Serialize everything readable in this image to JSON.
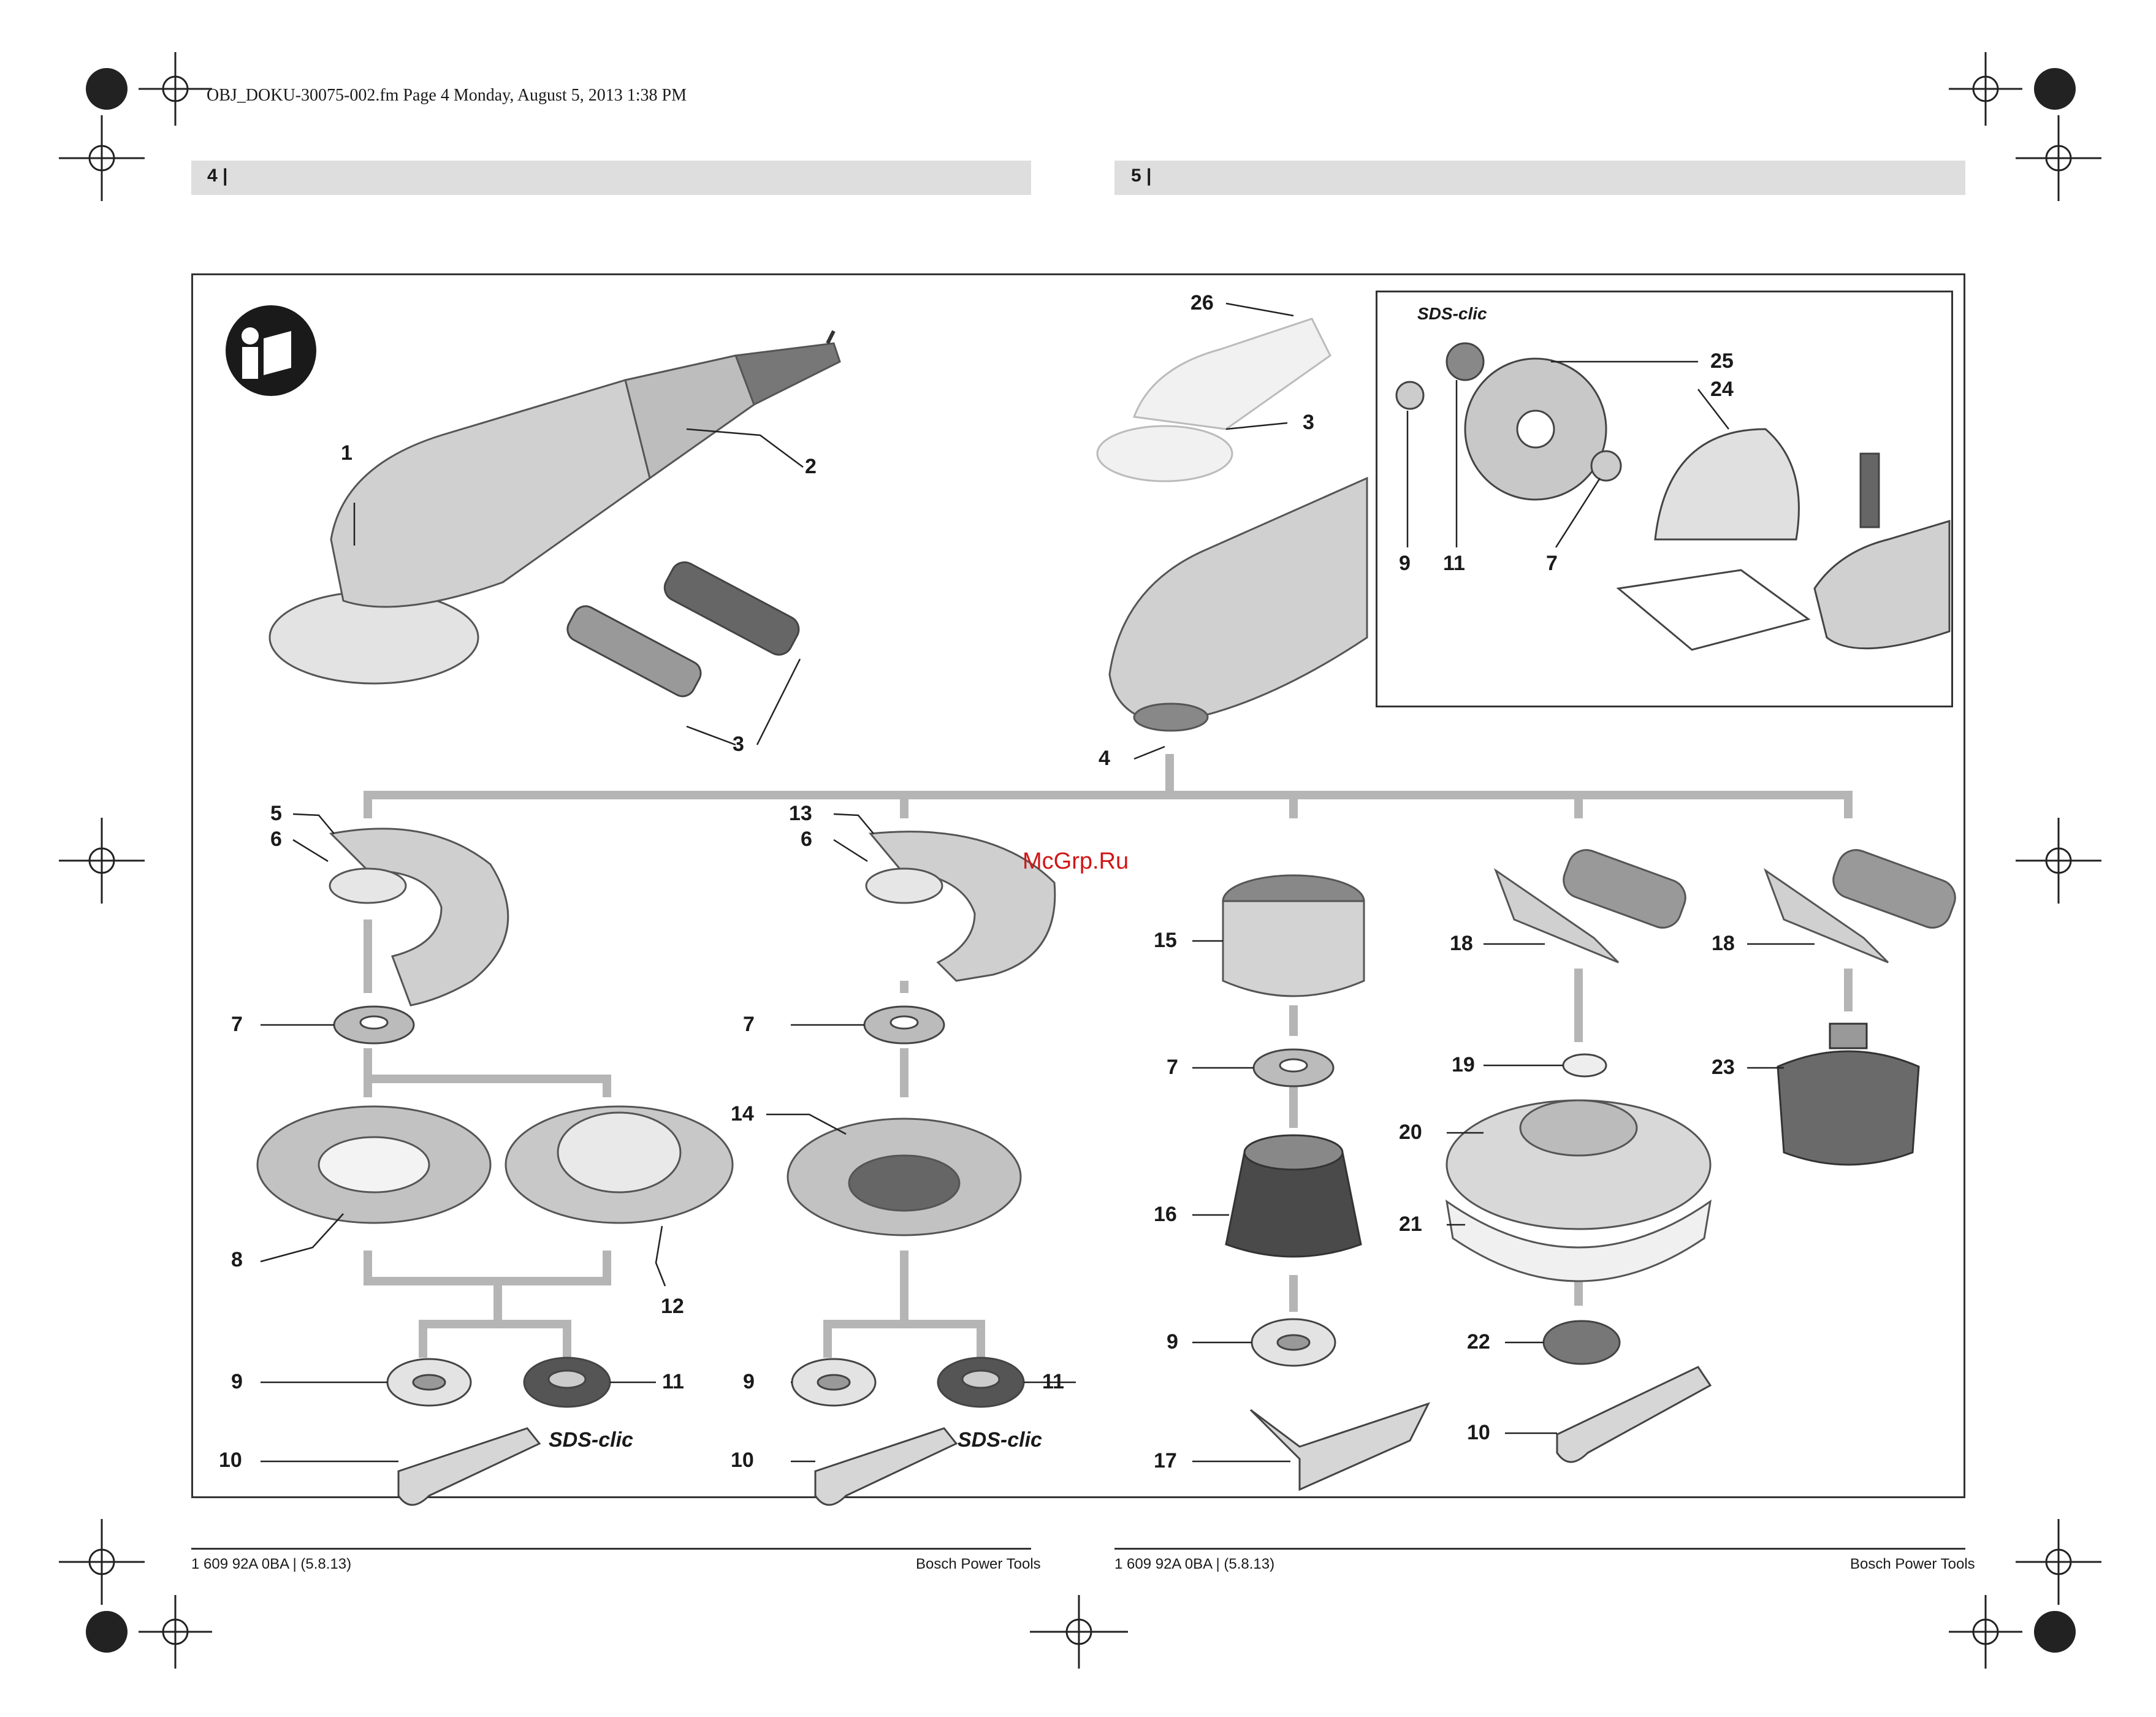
{
  "document": {
    "file_info": "OBJ_DOKU-30075-002.fm  Page 4  Monday, August 5, 2013  1:38 PM",
    "left_page_number": "4 |",
    "right_page_number": "5 |",
    "watermark": "McGrp.Ru"
  },
  "footer": {
    "left_code": "1 609 92A 0BA | (5.8.13)",
    "left_brand": "Bosch Power Tools",
    "right_code": "1 609 92A 0BA | (5.8.13)",
    "right_brand": "Bosch Power Tools"
  },
  "figure": {
    "inset_title": "SDS-clic",
    "sds_label_left": "SDS-clic",
    "sds_label_mid": "SDS-clic",
    "callouts": {
      "c1": "1",
      "c2": "2",
      "c3a": "3",
      "c3b": "3",
      "c26": "26",
      "c4": "4",
      "c25": "25",
      "c24": "24",
      "c9_inset": "9",
      "c11_inset": "11",
      "c7_inset": "7",
      "c5": "5",
      "c6a": "6",
      "c13": "13",
      "c6b": "6",
      "c7a": "7",
      "c7b": "7",
      "c7c": "7",
      "c8": "8",
      "c12": "12",
      "c14": "14",
      "c9a": "9",
      "c11a": "11",
      "c9b": "9",
      "c11b": "11",
      "c9c": "9",
      "c10a": "10",
      "c10b": "10",
      "c10c": "10",
      "c15": "15",
      "c16": "16",
      "c17": "17",
      "c18a": "18",
      "c18b": "18",
      "c19": "19",
      "c20": "20",
      "c21": "21",
      "c22": "22",
      "c23": "23"
    },
    "colors": {
      "bus": "#b5b5b5",
      "part": "#cfcfcf",
      "dark": "#4a4a4a",
      "frame": "#333333"
    }
  }
}
